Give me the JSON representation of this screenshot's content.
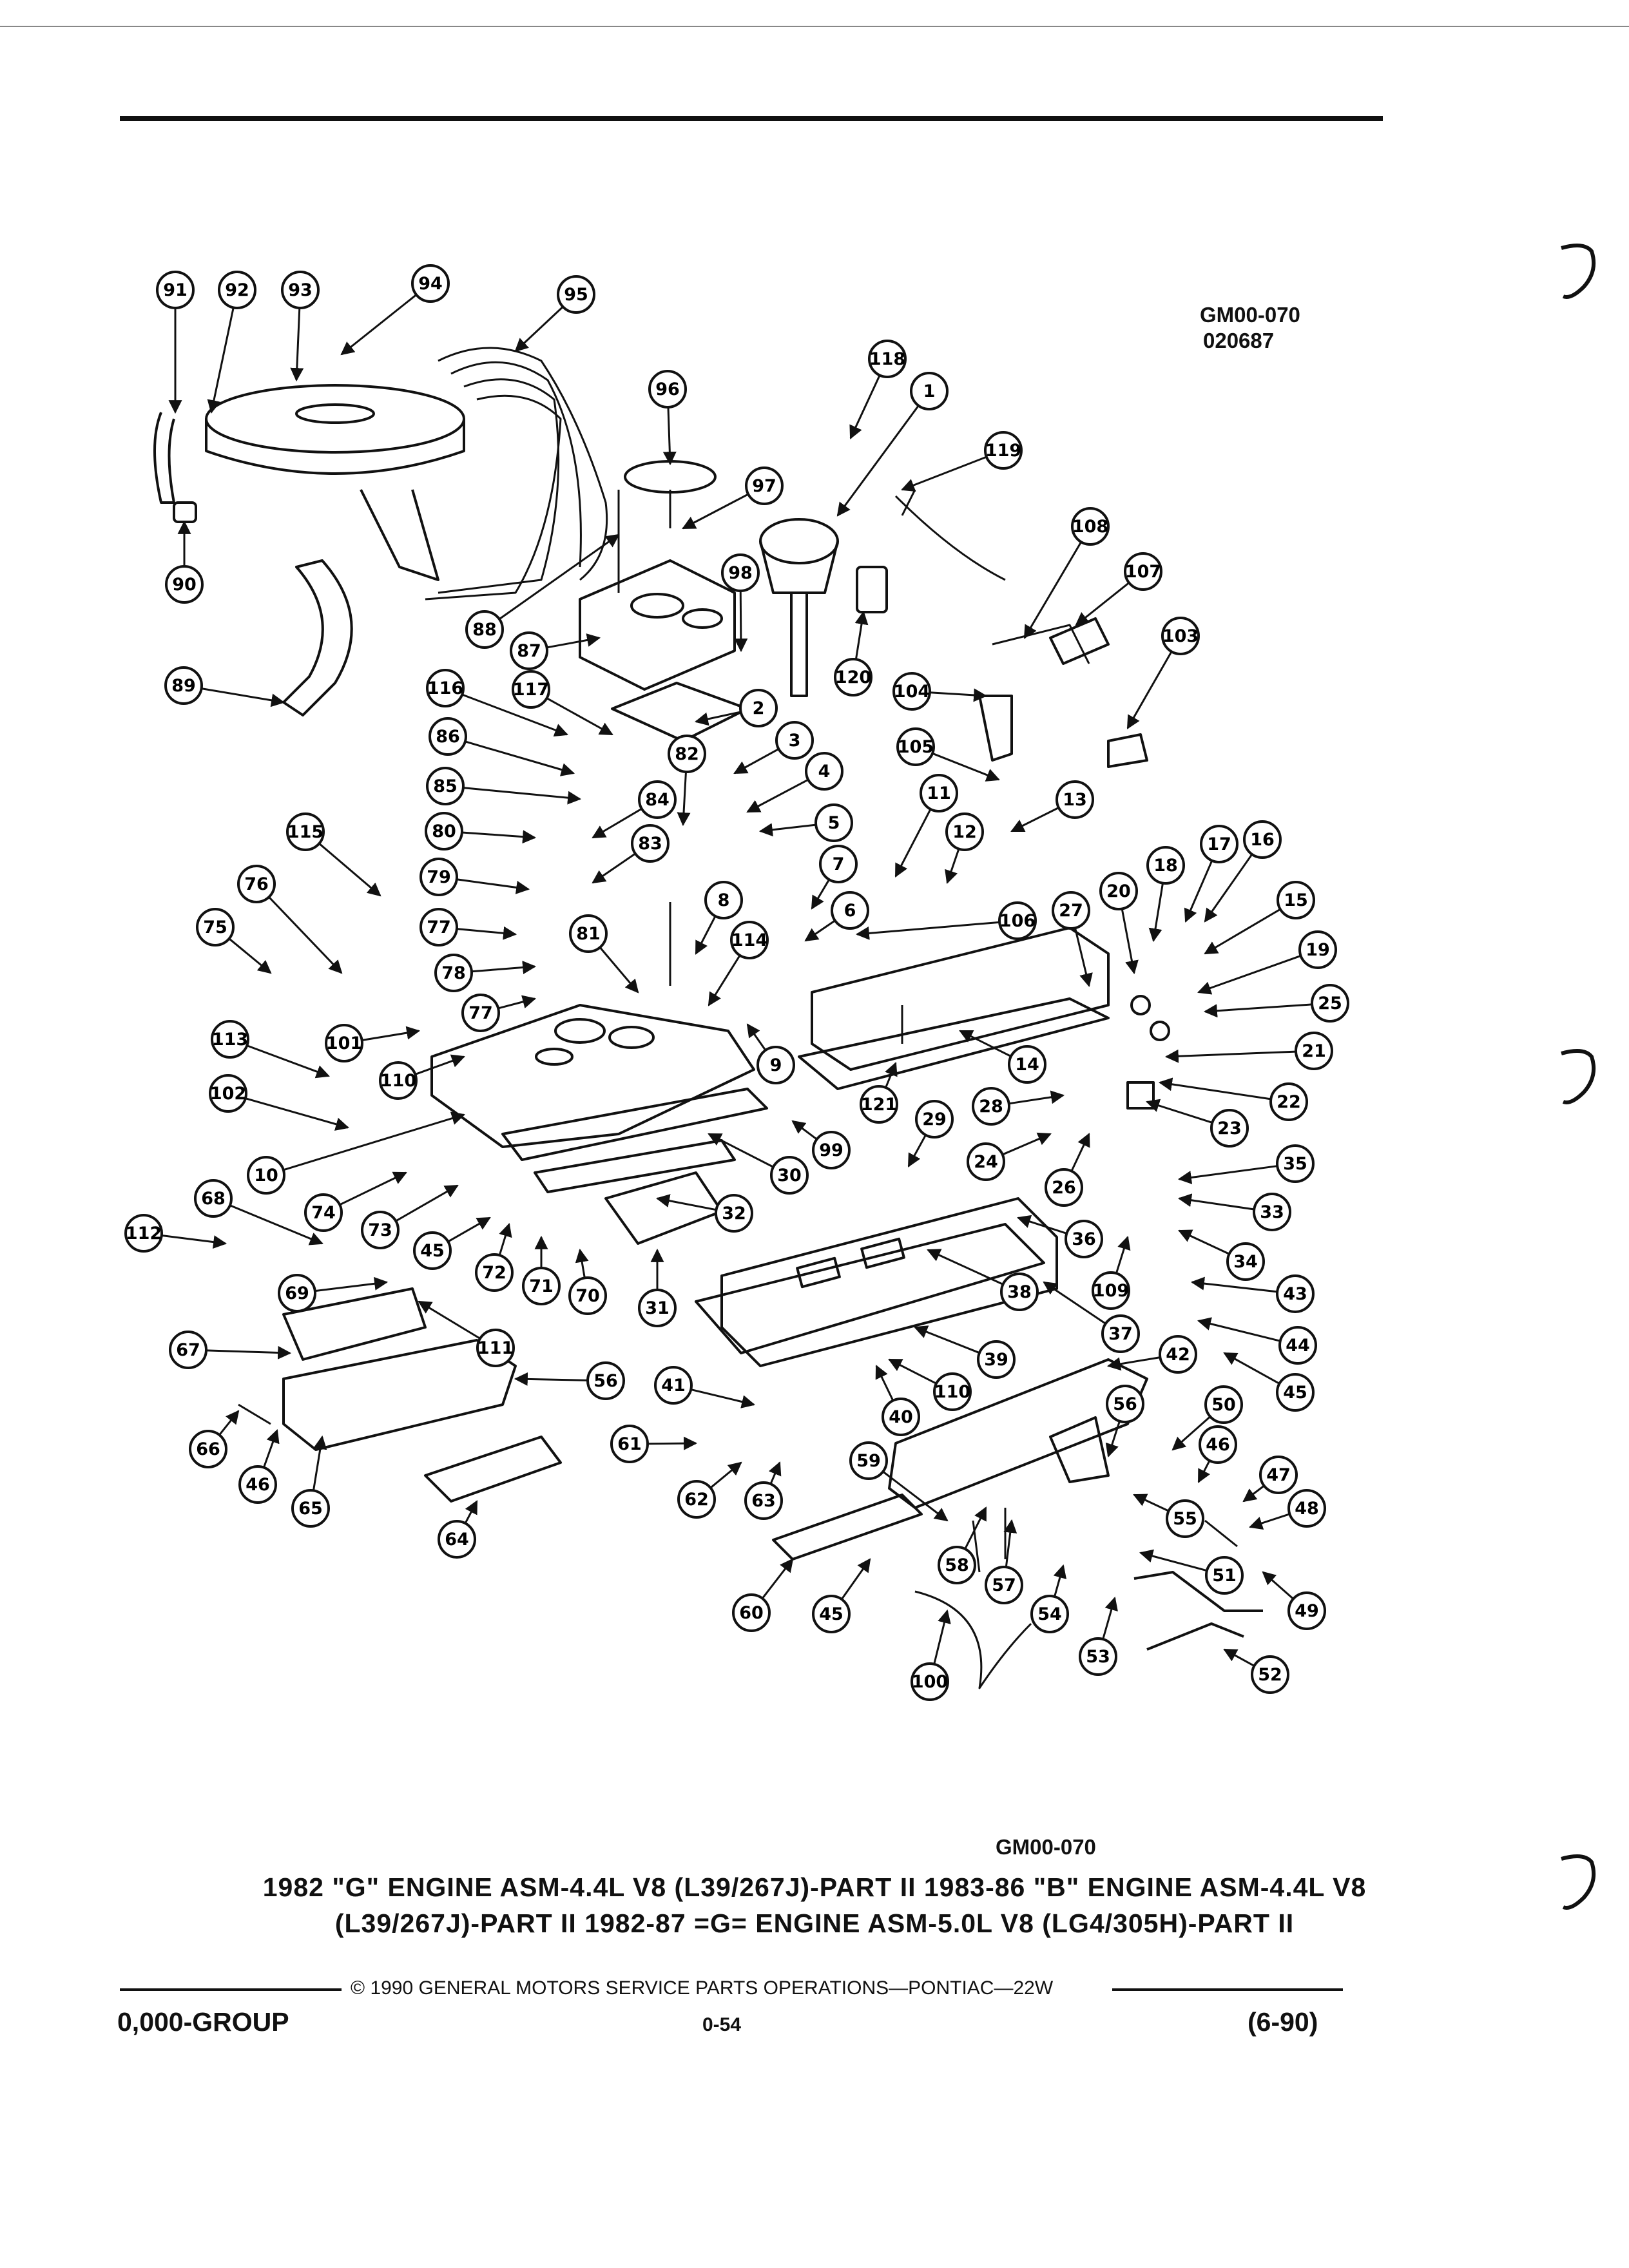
{
  "header": {
    "ref_code": "GM00-070",
    "ref_date": "020687"
  },
  "diagram": {
    "callouts": [
      {
        "n": "91",
        "c": [
          272,
          450
        ],
        "t": [
          272,
          640
        ]
      },
      {
        "n": "92",
        "c": [
          368,
          450
        ],
        "t": [
          328,
          640
        ]
      },
      {
        "n": "93",
        "c": [
          466,
          450
        ],
        "t": [
          460,
          590
        ]
      },
      {
        "n": "94",
        "c": [
          668,
          440
        ],
        "t": [
          530,
          550
        ]
      },
      {
        "n": "95",
        "c": [
          894,
          457
        ],
        "t": [
          800,
          545
        ]
      },
      {
        "n": "118",
        "c": [
          1377,
          557
        ],
        "t": [
          1320,
          680
        ]
      },
      {
        "n": "1",
        "c": [
          1442,
          607
        ],
        "t": [
          1300,
          800
        ]
      },
      {
        "n": "96",
        "c": [
          1036,
          604
        ],
        "t": [
          1040,
          720
        ]
      },
      {
        "n": "119",
        "c": [
          1557,
          699
        ],
        "t": [
          1400,
          760
        ]
      },
      {
        "n": "97",
        "c": [
          1186,
          754
        ],
        "t": [
          1060,
          820
        ]
      },
      {
        "n": "90",
        "c": [
          286,
          907
        ],
        "t": [
          286,
          810
        ]
      },
      {
        "n": "108",
        "c": [
          1692,
          817
        ],
        "t": [
          1590,
          990
        ]
      },
      {
        "n": "107",
        "c": [
          1774,
          887
        ],
        "t": [
          1670,
          970
        ]
      },
      {
        "n": "98",
        "c": [
          1149,
          889
        ],
        "t": [
          1150,
          1010
        ]
      },
      {
        "n": "88",
        "c": [
          752,
          977
        ],
        "t": [
          960,
          830
        ]
      },
      {
        "n": "87",
        "c": [
          821,
          1010
        ],
        "t": [
          930,
          990
        ]
      },
      {
        "n": "103",
        "c": [
          1832,
          987
        ],
        "t": [
          1750,
          1130
        ]
      },
      {
        "n": "89",
        "c": [
          285,
          1064
        ],
        "t": [
          440,
          1090
        ]
      },
      {
        "n": "120",
        "c": [
          1324,
          1051
        ],
        "t": [
          1340,
          950
        ]
      },
      {
        "n": "116",
        "c": [
          691,
          1068
        ],
        "t": [
          880,
          1140
        ]
      },
      {
        "n": "117",
        "c": [
          824,
          1070
        ],
        "t": [
          950,
          1140
        ]
      },
      {
        "n": "104",
        "c": [
          1415,
          1073
        ],
        "t": [
          1530,
          1080
        ]
      },
      {
        "n": "2",
        "c": [
          1177,
          1099
        ],
        "t": [
          1080,
          1120
        ]
      },
      {
        "n": "86",
        "c": [
          695,
          1143
        ],
        "t": [
          890,
          1200
        ]
      },
      {
        "n": "105",
        "c": [
          1421,
          1159
        ],
        "t": [
          1550,
          1210
        ]
      },
      {
        "n": "3",
        "c": [
          1233,
          1149
        ],
        "t": [
          1140,
          1200
        ]
      },
      {
        "n": "82",
        "c": [
          1066,
          1170
        ],
        "t": [
          1060,
          1280
        ]
      },
      {
        "n": "85",
        "c": [
          691,
          1220
        ],
        "t": [
          900,
          1240
        ]
      },
      {
        "n": "84",
        "c": [
          1020,
          1241
        ],
        "t": [
          920,
          1300
        ]
      },
      {
        "n": "11",
        "c": [
          1457,
          1231
        ],
        "t": [
          1390,
          1360
        ]
      },
      {
        "n": "4",
        "c": [
          1279,
          1197
        ],
        "t": [
          1160,
          1260
        ]
      },
      {
        "n": "13",
        "c": [
          1668,
          1241
        ],
        "t": [
          1570,
          1290
        ]
      },
      {
        "n": "115",
        "c": [
          474,
          1291
        ],
        "t": [
          590,
          1390
        ]
      },
      {
        "n": "80",
        "c": [
          689,
          1290
        ],
        "t": [
          830,
          1300
        ]
      },
      {
        "n": "5",
        "c": [
          1294,
          1277
        ],
        "t": [
          1180,
          1290
        ]
      },
      {
        "n": "12",
        "c": [
          1497,
          1291
        ],
        "t": [
          1470,
          1370
        ]
      },
      {
        "n": "17",
        "c": [
          1892,
          1310
        ],
        "t": [
          1840,
          1430
        ]
      },
      {
        "n": "16",
        "c": [
          1959,
          1303
        ],
        "t": [
          1870,
          1430
        ]
      },
      {
        "n": "83",
        "c": [
          1009,
          1309
        ],
        "t": [
          920,
          1370
        ]
      },
      {
        "n": "7",
        "c": [
          1301,
          1341
        ],
        "t": [
          1260,
          1410
        ]
      },
      {
        "n": "18",
        "c": [
          1809,
          1343
        ],
        "t": [
          1790,
          1460
        ]
      },
      {
        "n": "76",
        "c": [
          398,
          1372
        ],
        "t": [
          530,
          1510
        ]
      },
      {
        "n": "79",
        "c": [
          681,
          1361
        ],
        "t": [
          820,
          1380
        ]
      },
      {
        "n": "8",
        "c": [
          1123,
          1397
        ],
        "t": [
          1080,
          1480
        ]
      },
      {
        "n": "6",
        "c": [
          1319,
          1413
        ],
        "t": [
          1250,
          1460
        ]
      },
      {
        "n": "106",
        "c": [
          1579,
          1429
        ],
        "t": [
          1330,
          1450
        ]
      },
      {
        "n": "27",
        "c": [
          1662,
          1413
        ],
        "t": [
          1690,
          1530
        ]
      },
      {
        "n": "20",
        "c": [
          1736,
          1383
        ],
        "t": [
          1760,
          1510
        ]
      },
      {
        "n": "15",
        "c": [
          2011,
          1397
        ],
        "t": [
          1870,
          1480
        ]
      },
      {
        "n": "75",
        "c": [
          334,
          1439
        ],
        "t": [
          420,
          1510
        ]
      },
      {
        "n": "77",
        "c": [
          681,
          1439
        ],
        "t": [
          800,
          1450
        ]
      },
      {
        "n": "114",
        "c": [
          1163,
          1459
        ],
        "t": [
          1100,
          1560
        ]
      },
      {
        "n": "81",
        "c": [
          913,
          1449
        ],
        "t": [
          990,
          1540
        ]
      },
      {
        "n": "19",
        "c": [
          2045,
          1474
        ],
        "t": [
          1860,
          1540
        ]
      },
      {
        "n": "78",
        "c": [
          704,
          1510
        ],
        "t": [
          830,
          1500
        ]
      },
      {
        "n": "77",
        "c": [
          746,
          1572
        ],
        "t": [
          830,
          1550
        ]
      },
      {
        "n": "25",
        "c": [
          2064,
          1557
        ],
        "t": [
          1870,
          1570
        ]
      },
      {
        "n": "101",
        "c": [
          534,
          1619
        ],
        "t": [
          650,
          1600
        ]
      },
      {
        "n": "113",
        "c": [
          357,
          1613
        ],
        "t": [
          510,
          1670
        ]
      },
      {
        "n": "110",
        "c": [
          618,
          1677
        ],
        "t": [
          720,
          1640
        ]
      },
      {
        "n": "9",
        "c": [
          1204,
          1653
        ],
        "t": [
          1160,
          1590
        ]
      },
      {
        "n": "21",
        "c": [
          2039,
          1631
        ],
        "t": [
          1810,
          1640
        ]
      },
      {
        "n": "14",
        "c": [
          1594,
          1652
        ],
        "t": [
          1490,
          1600
        ]
      },
      {
        "n": "22",
        "c": [
          2000,
          1710
        ],
        "t": [
          1800,
          1680
        ]
      },
      {
        "n": "102",
        "c": [
          354,
          1697
        ],
        "t": [
          540,
          1750
        ]
      },
      {
        "n": "121",
        "c": [
          1364,
          1714
        ],
        "t": [
          1390,
          1650
        ]
      },
      {
        "n": "28",
        "c": [
          1538,
          1717
        ],
        "t": [
          1650,
          1700
        ]
      },
      {
        "n": "23",
        "c": [
          1908,
          1751
        ],
        "t": [
          1780,
          1710
        ]
      },
      {
        "n": "29",
        "c": [
          1450,
          1737
        ],
        "t": [
          1410,
          1810
        ]
      },
      {
        "n": "99",
        "c": [
          1290,
          1785
        ],
        "t": [
          1230,
          1740
        ]
      },
      {
        "n": "24",
        "c": [
          1530,
          1803
        ],
        "t": [
          1630,
          1760
        ]
      },
      {
        "n": "35",
        "c": [
          2010,
          1806
        ],
        "t": [
          1830,
          1830
        ]
      },
      {
        "n": "10",
        "c": [
          413,
          1824
        ],
        "t": [
          720,
          1730
        ]
      },
      {
        "n": "30",
        "c": [
          1225,
          1824
        ],
        "t": [
          1100,
          1760
        ]
      },
      {
        "n": "26",
        "c": [
          1651,
          1843
        ],
        "t": [
          1690,
          1760
        ]
      },
      {
        "n": "68",
        "c": [
          331,
          1860
        ],
        "t": [
          500,
          1930
        ]
      },
      {
        "n": "74",
        "c": [
          502,
          1882
        ],
        "t": [
          630,
          1820
        ]
      },
      {
        "n": "73",
        "c": [
          590,
          1909
        ],
        "t": [
          710,
          1840
        ]
      },
      {
        "n": "32",
        "c": [
          1139,
          1883
        ],
        "t": [
          1020,
          1860
        ]
      },
      {
        "n": "33",
        "c": [
          1974,
          1881
        ],
        "t": [
          1830,
          1860
        ]
      },
      {
        "n": "112",
        "c": [
          223,
          1914
        ],
        "t": [
          350,
          1930
        ]
      },
      {
        "n": "45",
        "c": [
          671,
          1941
        ],
        "t": [
          760,
          1890
        ]
      },
      {
        "n": "36",
        "c": [
          1682,
          1923
        ],
        "t": [
          1580,
          1890
        ]
      },
      {
        "n": "34",
        "c": [
          1933,
          1958
        ],
        "t": [
          1830,
          1910
        ]
      },
      {
        "n": "72",
        "c": [
          767,
          1975
        ],
        "t": [
          790,
          1900
        ]
      },
      {
        "n": "71",
        "c": [
          840,
          1996
        ],
        "t": [
          840,
          1920
        ]
      },
      {
        "n": "70",
        "c": [
          912,
          2011
        ],
        "t": [
          900,
          1940
        ]
      },
      {
        "n": "109",
        "c": [
          1724,
          2003
        ],
        "t": [
          1750,
          1920
        ]
      },
      {
        "n": "43",
        "c": [
          2010,
          2008
        ],
        "t": [
          1850,
          1990
        ]
      },
      {
        "n": "69",
        "c": [
          461,
          2007
        ],
        "t": [
          600,
          1990
        ]
      },
      {
        "n": "38",
        "c": [
          1582,
          2005
        ],
        "t": [
          1440,
          1940
        ]
      },
      {
        "n": "31",
        "c": [
          1020,
          2030
        ],
        "t": [
          1020,
          1940
        ]
      },
      {
        "n": "111",
        "c": [
          769,
          2092
        ],
        "t": [
          650,
          2020
        ]
      },
      {
        "n": "44",
        "c": [
          2014,
          2088
        ],
        "t": [
          1860,
          2050
        ]
      },
      {
        "n": "37",
        "c": [
          1739,
          2070
        ],
        "t": [
          1620,
          1990
        ]
      },
      {
        "n": "67",
        "c": [
          292,
          2095
        ],
        "t": [
          450,
          2100
        ]
      },
      {
        "n": "39",
        "c": [
          1546,
          2110
        ],
        "t": [
          1420,
          2060
        ]
      },
      {
        "n": "42",
        "c": [
          1828,
          2102
        ],
        "t": [
          1720,
          2120
        ]
      },
      {
        "n": "45",
        "c": [
          2010,
          2161
        ],
        "t": [
          1900,
          2100
        ]
      },
      {
        "n": "41",
        "c": [
          1045,
          2150
        ],
        "t": [
          1170,
          2180
        ]
      },
      {
        "n": "56",
        "c": [
          940,
          2143
        ],
        "t": [
          800,
          2140
        ]
      },
      {
        "n": "110",
        "c": [
          1478,
          2160
        ],
        "t": [
          1380,
          2110
        ]
      },
      {
        "n": "56",
        "c": [
          1746,
          2179
        ],
        "t": [
          1720,
          2260
        ]
      },
      {
        "n": "50",
        "c": [
          1899,
          2180
        ],
        "t": [
          1820,
          2250
        ]
      },
      {
        "n": "40",
        "c": [
          1398,
          2199
        ],
        "t": [
          1360,
          2120
        ]
      },
      {
        "n": "61",
        "c": [
          977,
          2241
        ],
        "t": [
          1080,
          2240
        ]
      },
      {
        "n": "66",
        "c": [
          323,
          2249
        ],
        "t": [
          370,
          2190
        ]
      },
      {
        "n": "46",
        "c": [
          1890,
          2242
        ],
        "t": [
          1860,
          2300
        ]
      },
      {
        "n": "46",
        "c": [
          400,
          2304
        ],
        "t": [
          430,
          2220
        ]
      },
      {
        "n": "47",
        "c": [
          1984,
          2289
        ],
        "t": [
          1930,
          2330
        ]
      },
      {
        "n": "59",
        "c": [
          1348,
          2267
        ],
        "t": [
          1470,
          2360
        ]
      },
      {
        "n": "62",
        "c": [
          1081,
          2327
        ],
        "t": [
          1150,
          2270
        ]
      },
      {
        "n": "63",
        "c": [
          1185,
          2329
        ],
        "t": [
          1210,
          2270
        ]
      },
      {
        "n": "65",
        "c": [
          482,
          2341
        ],
        "t": [
          500,
          2230
        ]
      },
      {
        "n": "48",
        "c": [
          2028,
          2341
        ],
        "t": [
          1940,
          2370
        ]
      },
      {
        "n": "55",
        "c": [
          1839,
          2357
        ],
        "t": [
          1760,
          2320
        ]
      },
      {
        "n": "64",
        "c": [
          709,
          2389
        ],
        "t": [
          740,
          2330
        ]
      },
      {
        "n": "58",
        "c": [
          1485,
          2429
        ],
        "t": [
          1530,
          2340
        ]
      },
      {
        "n": "51",
        "c": [
          1900,
          2445
        ],
        "t": [
          1770,
          2410
        ]
      },
      {
        "n": "57",
        "c": [
          1558,
          2460
        ],
        "t": [
          1570,
          2360
        ]
      },
      {
        "n": "49",
        "c": [
          2028,
          2500
        ],
        "t": [
          1960,
          2440
        ]
      },
      {
        "n": "60",
        "c": [
          1166,
          2503
        ],
        "t": [
          1230,
          2420
        ]
      },
      {
        "n": "45",
        "c": [
          1290,
          2505
        ],
        "t": [
          1350,
          2420
        ]
      },
      {
        "n": "54",
        "c": [
          1629,
          2505
        ],
        "t": [
          1650,
          2430
        ]
      },
      {
        "n": "53",
        "c": [
          1704,
          2571
        ],
        "t": [
          1730,
          2480
        ]
      },
      {
        "n": "52",
        "c": [
          1971,
          2599
        ],
        "t": [
          1900,
          2560
        ]
      },
      {
        "n": "100",
        "c": [
          1443,
          2610
        ],
        "t": [
          1470,
          2500
        ]
      }
    ]
  },
  "footer": {
    "figure_code": "GM00-070",
    "title_line1": "1982 \"G\" ENGINE ASM-4.4L V8 (L39/267J)-PART II 1983-86 \"B\" ENGINE ASM-4.4L V8",
    "title_line2": "(L39/267J)-PART II 1982-87 =G= ENGINE ASM-5.0L V8 (LG4/305H)-PART II",
    "copyright": "© 1990 GENERAL MOTORS SERVICE PARTS OPERATIONS—PONTIAC—22W",
    "group": "0,000-GROUP",
    "page": "0-54",
    "date": "(6-90)"
  }
}
